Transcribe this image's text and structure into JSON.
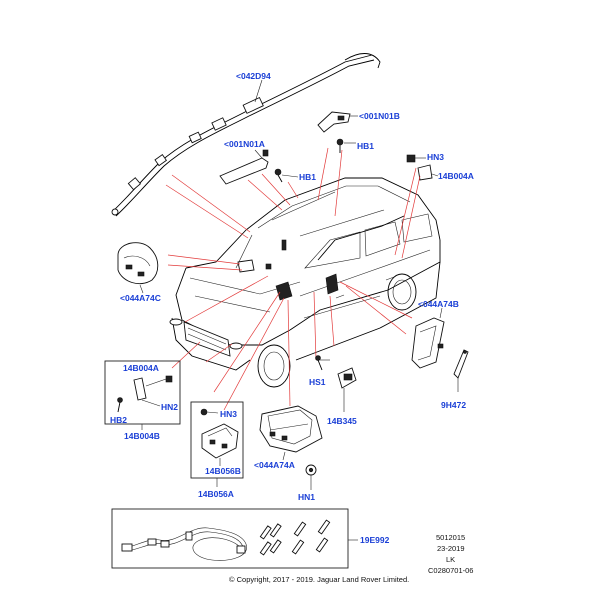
{
  "labels": {
    "l_042D94": "<042D94",
    "l_001N01B": "<001N01B",
    "l_001N01A": "<001N01A",
    "l_HB1_right": "HB1",
    "l_HB1_left": "HB1",
    "l_HN3_top": "HN3",
    "l_14B004A_top": "14B004A",
    "l_044A74C": "<044A74C",
    "l_044A74B": "<044A74B",
    "l_14B004A_box": "14B004A",
    "l_HB2": "HB2",
    "l_HN2": "HN2",
    "l_14B004B": "14B004B",
    "l_HN3_box": "HN3",
    "l_14B056B": "14B056B",
    "l_14B056A": "14B056A",
    "l_044A74A": "<044A74A",
    "l_HN1": "HN1",
    "l_HS1": "HS1",
    "l_14B345": "14B345",
    "l_9H472": "9H472",
    "l_19E992": "19E992"
  },
  "info": {
    "line1": "5012015",
    "line2": "23-2019",
    "line3": "LK",
    "line4": "C0280701-06"
  },
  "copyright": "© Copyright, 2017 - 2019. Jaguar Land Rover Limited.",
  "colors": {
    "label": "#1a3fd6",
    "leader": "#e23a3a"
  }
}
